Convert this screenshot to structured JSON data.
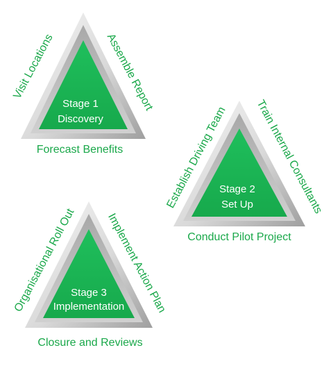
{
  "stages": [
    {
      "line1": "Stage 1",
      "line2": "Discovery",
      "left": "Visit  Locations",
      "right": "Assemble Report",
      "bottom": "Forecast Benefits"
    },
    {
      "line1": "Stage 2",
      "line2": "Set Up",
      "left": "Establish Driving Team",
      "right": "Train Internal Consultants",
      "bottom": "Conduct Pilot Project"
    },
    {
      "line1": "Stage 3",
      "line2": "Implementation",
      "left": "Organisational Roll Out",
      "right": "Implement Action Plan",
      "bottom": "Closure and Reviews"
    }
  ],
  "colors": {
    "green": "#22b85a",
    "label": "#1aa84a",
    "frame_light": "#f2f2f2",
    "frame_dark": "#9a9a9a"
  }
}
